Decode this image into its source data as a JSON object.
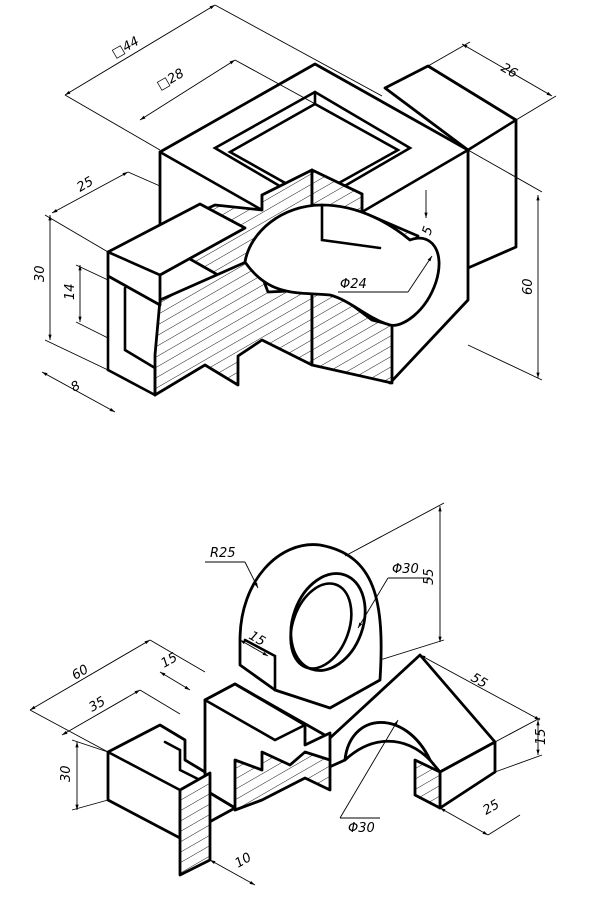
{
  "top_view": {
    "dim_square_44": "□44",
    "dim_square_28": "□28",
    "dim_26": "26",
    "dim_25": "25",
    "dim_30": "30",
    "dim_14": "14",
    "dim_8": "8",
    "dim_phi_24": "Φ24",
    "dim_5": "5",
    "dim_60": "60"
  },
  "bottom_view": {
    "dim_r25": "R25",
    "dim_phi_30_hole": "Φ30",
    "dim_55_height": "55",
    "dim_15_rib": "15",
    "dim_60": "60",
    "dim_15_slot": "15",
    "dim_35": "35",
    "dim_30": "30",
    "dim_55_length": "55",
    "dim_15_thickness": "15",
    "dim_25": "25",
    "dim_phi_30_cutout": "Φ30",
    "dim_10": "10"
  }
}
